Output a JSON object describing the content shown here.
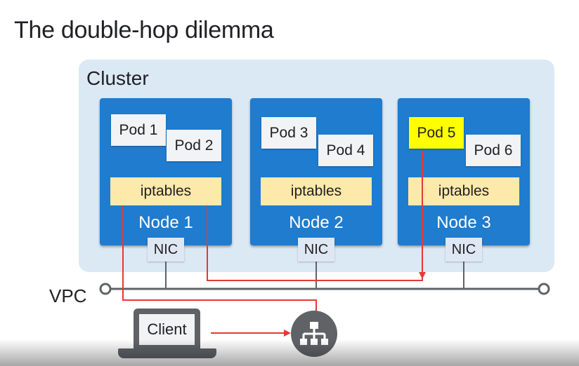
{
  "title": "The double-hop dilemma",
  "cluster": {
    "label": "Cluster"
  },
  "nodes": [
    {
      "label": "Node 1",
      "pods": [
        "Pod 1",
        "Pod 2"
      ],
      "iptables": "iptables",
      "nic": "NIC"
    },
    {
      "label": "Node 2",
      "pods": [
        "Pod 3",
        "Pod 4"
      ],
      "iptables": "iptables",
      "nic": "NIC"
    },
    {
      "label": "Node 3",
      "pods": [
        "Pod 5",
        "Pod 6"
      ],
      "iptables": "iptables",
      "nic": "NIC"
    }
  ],
  "highlighted_pod": "Pod 5",
  "vpc": {
    "label": "VPC"
  },
  "client": {
    "label": "Client"
  },
  "load_balancer": {
    "icon": "load-balancer-icon"
  },
  "colors": {
    "cluster_bg": "#dbe9f5",
    "node_bg": "#1f7ccf",
    "iptables_bg": "#fde9a9",
    "highlight": "#ffff00",
    "traffic_path": "#e53935",
    "vpc_line": "#5f6368"
  }
}
